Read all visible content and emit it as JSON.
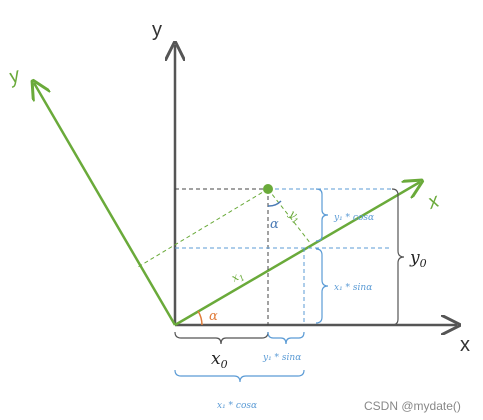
{
  "labels": {
    "y_axis": "y",
    "x_axis": "x",
    "rot_y": "y",
    "rot_x": "x",
    "x0": "x",
    "x0_sub": "0",
    "y0": "y",
    "y0_sub": "0",
    "x1": "x",
    "x1_sub": "1",
    "y1": "y",
    "y1_sub": "1",
    "alpha_origin": "α",
    "alpha_point": "α",
    "f_y1_cos": "y₁ * cosα",
    "f_x1_sin": "x₁ * sinα",
    "f_y1_sin": "y₁ * sinα",
    "f_x1_cos": "x₁ * cosα"
  },
  "watermark": "CSDN @mydate()",
  "colors": {
    "axis": "#555555",
    "green": "#6aaa3a",
    "blue": "#5b9bd5",
    "dashed_dark": "#444444",
    "orange": "#e07b39"
  }
}
